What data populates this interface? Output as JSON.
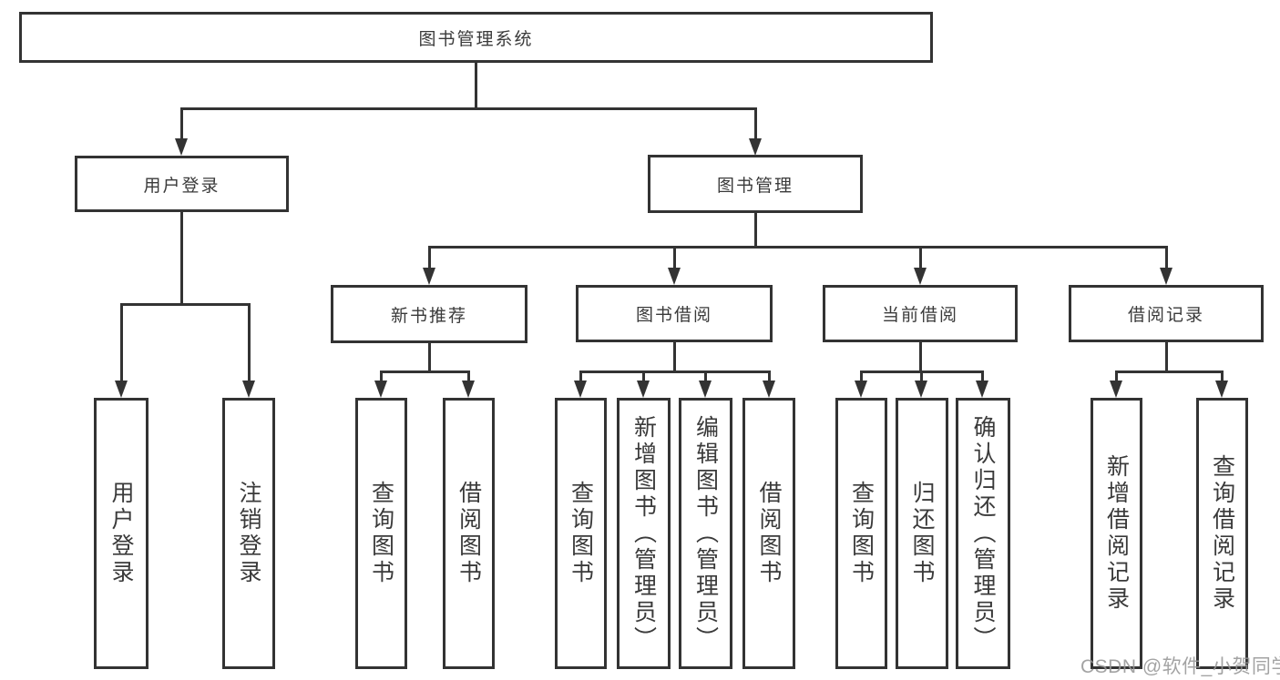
{
  "diagram": {
    "title": "图书管理系统",
    "watermark": "CSDN @软件_小贺同学",
    "colors": {
      "line": "#333333",
      "text": "#3a3a3a",
      "background": "#ffffff",
      "watermark": "#979797"
    },
    "nodes": {
      "root": {
        "label": "图书管理系统"
      },
      "user_login": {
        "label": "用户登录"
      },
      "book_mgmt": {
        "label": "图书管理"
      },
      "new_book_rec": {
        "label": "新书推荐"
      },
      "book_borrow": {
        "label": "图书借阅"
      },
      "current_borrow": {
        "label": "当前借阅"
      },
      "borrow_records": {
        "label": "借阅记录"
      },
      "v_user_login": {
        "label": "用户登录"
      },
      "v_logout": {
        "label": "注销登录"
      },
      "v_query_books_1": {
        "label": "查询图书"
      },
      "v_borrow_books_1": {
        "label": "借阅图书"
      },
      "v_query_books_2": {
        "label": "查询图书"
      },
      "v_add_books": {
        "label": "新增图书（管理员）"
      },
      "v_edit_books": {
        "label": "编辑图书（管理员）"
      },
      "v_borrow_books_2": {
        "label": "借阅图书"
      },
      "v_query_books_3": {
        "label": "查询图书"
      },
      "v_return_books": {
        "label": "归还图书"
      },
      "v_confirm_return": {
        "label": "确认归还（管理员）"
      },
      "v_add_record": {
        "label": "新增借阅记录"
      },
      "v_query_record": {
        "label": "查询借阅记录"
      }
    },
    "hierarchy": {
      "图书管理系统": {
        "用户登录": [
          "用户登录",
          "注销登录"
        ],
        "图书管理": {
          "新书推荐": [
            "查询图书",
            "借阅图书"
          ],
          "图书借阅": [
            "查询图书",
            "新增图书（管理员）",
            "编辑图书（管理员）",
            "借阅图书"
          ],
          "当前借阅": [
            "查询图书",
            "归还图书",
            "确认归还（管理员）"
          ],
          "借阅记录": [
            "新增借阅记录",
            "查询借阅记录"
          ]
        }
      }
    }
  }
}
